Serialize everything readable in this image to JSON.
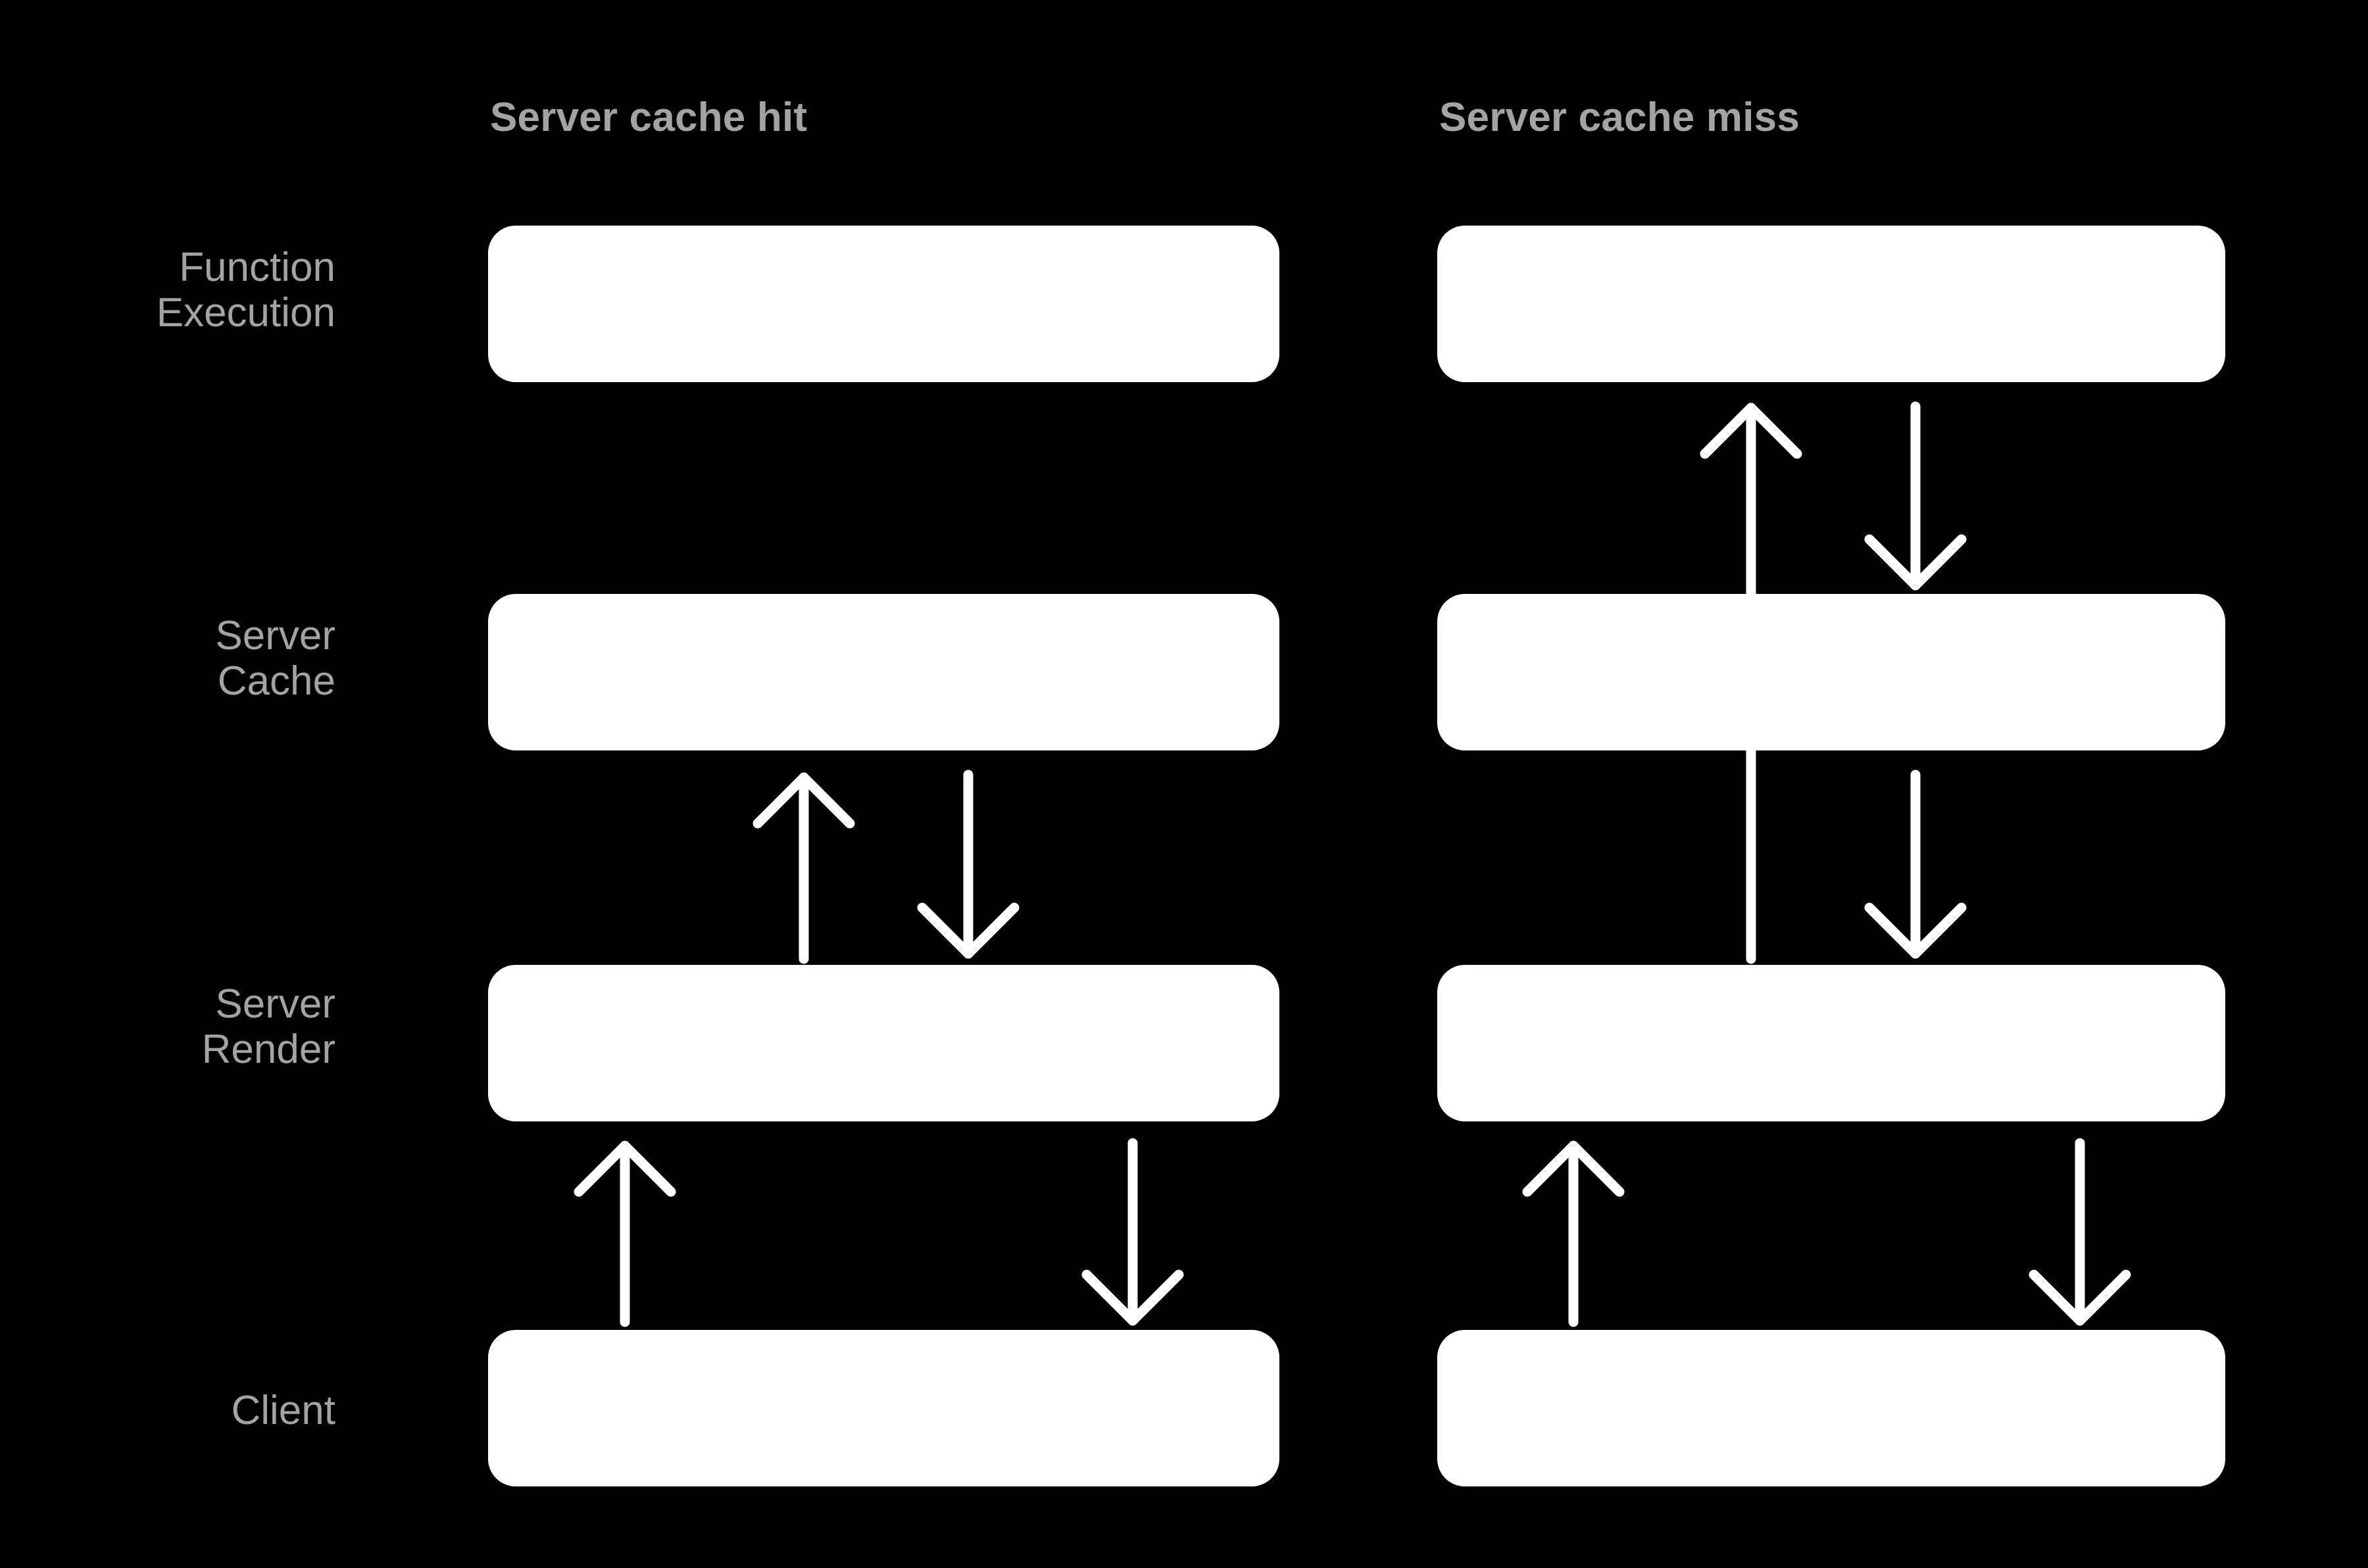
{
  "diagram": {
    "title": "Server cache hit vs Server cache miss request flow",
    "background_color": "#000000",
    "node_color": "#ffffff",
    "text_color": "#a3a3a3",
    "arrow_color": "#ffffff",
    "columns": [
      {
        "id": "hit",
        "label": "Server cache hit"
      },
      {
        "id": "miss",
        "label": "Server cache miss"
      }
    ],
    "rows": [
      {
        "id": "function-execution",
        "label": "Function\nExecution"
      },
      {
        "id": "server-cache",
        "label": "Server\nCache"
      },
      {
        "id": "server-render",
        "label": "Server\nRender"
      },
      {
        "id": "client",
        "label": "Client"
      }
    ],
    "arrows": [
      {
        "column": "hit",
        "from": "server-render",
        "to": "server-cache",
        "direction": "up",
        "name": "hit-render-to-cache"
      },
      {
        "column": "hit",
        "from": "server-cache",
        "to": "server-render",
        "direction": "down",
        "name": "hit-cache-to-render"
      },
      {
        "column": "hit",
        "from": "client",
        "to": "server-render",
        "direction": "up",
        "name": "hit-client-to-render"
      },
      {
        "column": "hit",
        "from": "server-render",
        "to": "client",
        "direction": "down",
        "name": "hit-render-to-client"
      },
      {
        "column": "miss",
        "from": "server-render",
        "to": "function-execution",
        "direction": "up",
        "name": "miss-render-to-function"
      },
      {
        "column": "miss",
        "from": "function-execution",
        "to": "server-cache",
        "direction": "down",
        "name": "miss-function-to-cache"
      },
      {
        "column": "miss",
        "from": "server-cache",
        "to": "server-render",
        "direction": "down",
        "name": "miss-cache-to-render"
      },
      {
        "column": "miss",
        "from": "client",
        "to": "server-render",
        "direction": "up",
        "name": "miss-client-to-render"
      },
      {
        "column": "miss",
        "from": "server-render",
        "to": "client",
        "direction": "down",
        "name": "miss-render-to-client"
      }
    ]
  }
}
